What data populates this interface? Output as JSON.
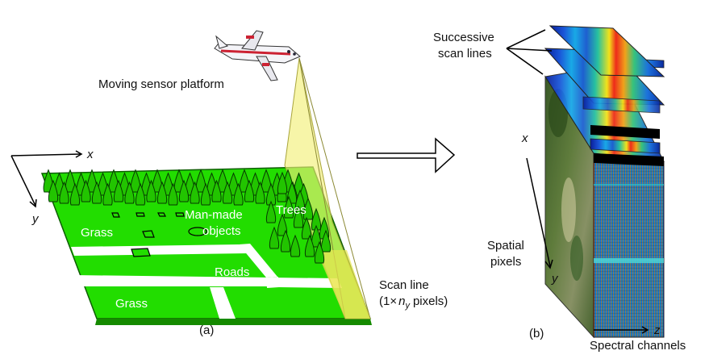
{
  "labels": {
    "moving_sensor": "Moving sensor platform",
    "x_axis_left": "x",
    "y_axis_left": "y",
    "grass_top": "Grass",
    "grass_bottom": "Grass",
    "man_made_1": "Man-made",
    "man_made_2": "objects",
    "trees": "Trees",
    "roads": "Roads",
    "scan_line_1": "Scan line",
    "scan_line_2_prefix": "(1",
    "scan_line_2_times": "×",
    "scan_line_2_n": "n",
    "scan_line_2_sub": "y",
    "scan_line_2_suffix": "pixels)",
    "panel_a": "(a)",
    "successive_1": "Successive",
    "successive_2": "scan lines",
    "x_axis_right": "x",
    "spatial_1": "Spatial",
    "spatial_2": "pixels",
    "y_axis_right": "y",
    "z_axis": "z",
    "spectral_channels": "Spectral channels",
    "panel_b": "(b)"
  },
  "colors": {
    "grass": "#22dd00",
    "grass_dark": "#1fa800",
    "road": "#ffffff",
    "tree": "#22c400",
    "scan_beam": "#f3f07a",
    "airplane_stripe": "#cc2233"
  }
}
